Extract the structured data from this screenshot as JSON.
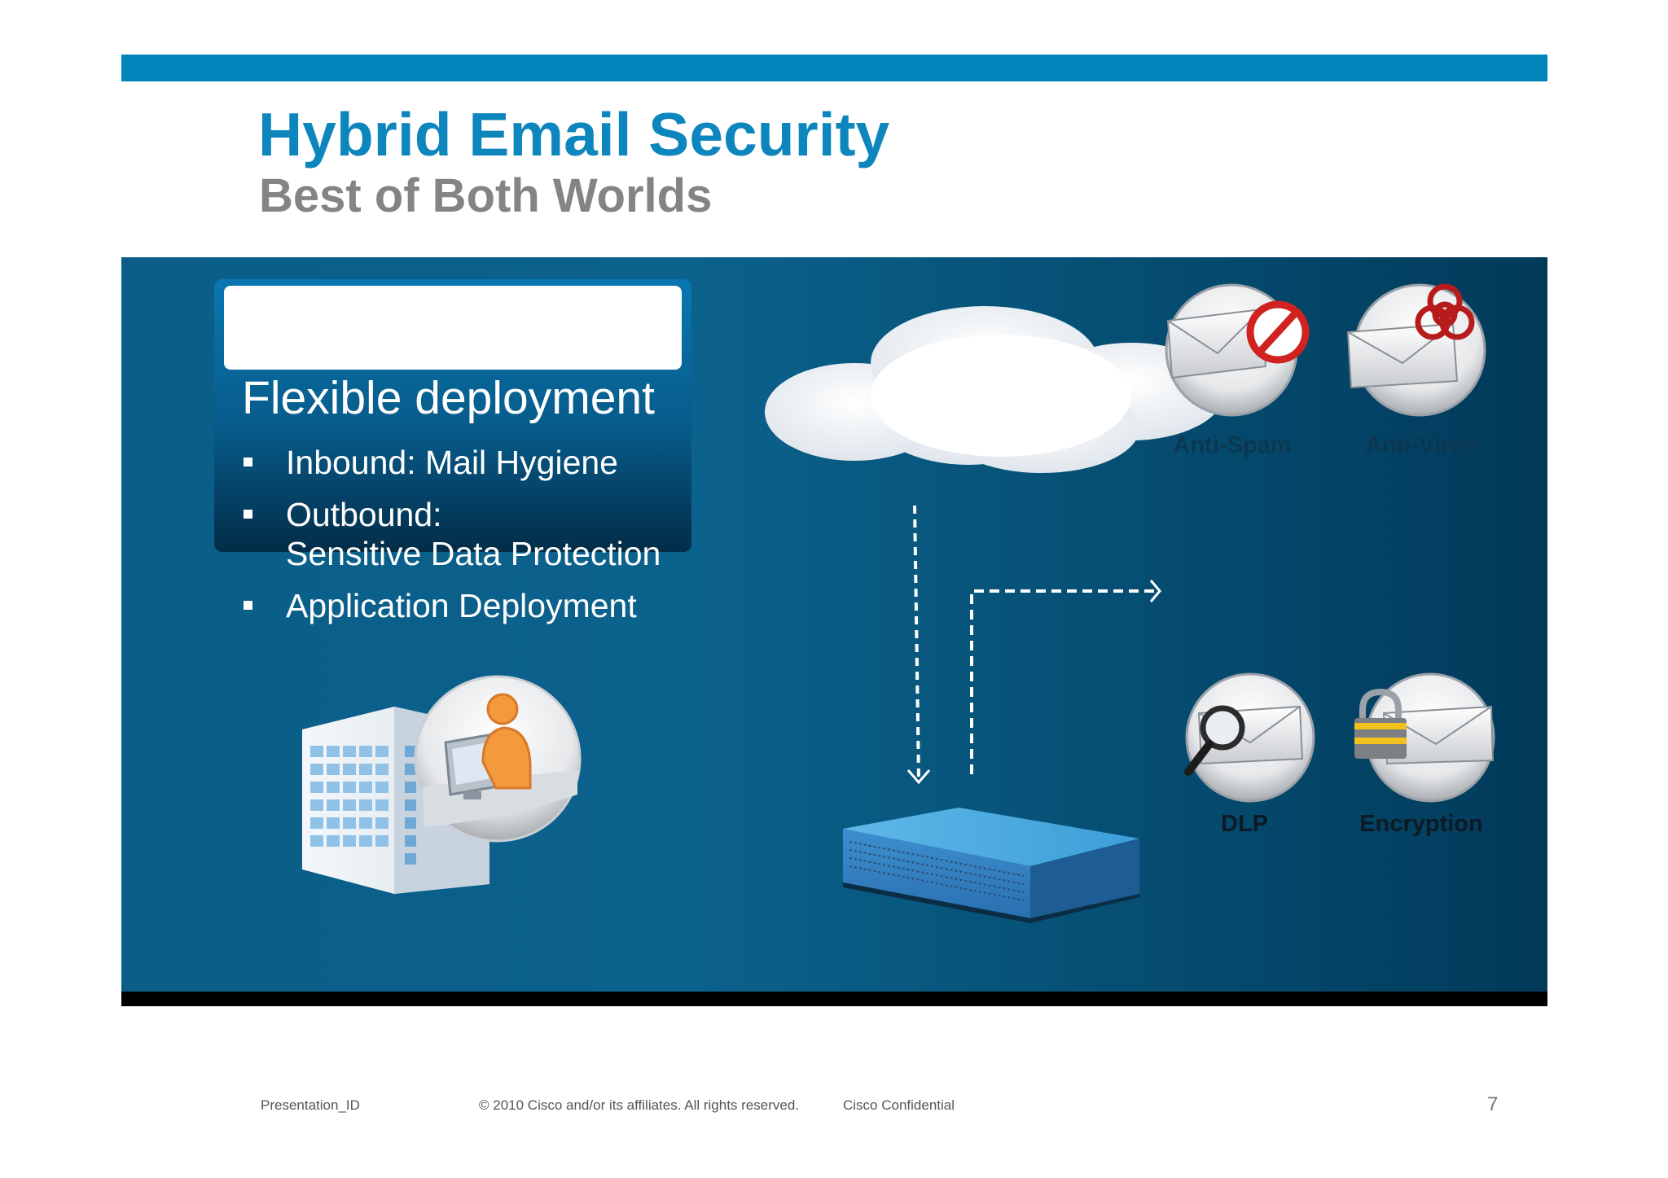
{
  "header": {
    "title": "Hybrid Email Security",
    "subtitle": "Best of Both Worlds"
  },
  "panel": {
    "heading": "Flexible deployment",
    "bullets": [
      "Inbound: Mail Hygiene",
      "Outbound:\nSensitive Data Protection",
      "Application Deployment"
    ]
  },
  "services": {
    "anti_spam": "Anti-Spam",
    "anti_virus": "Anti-Virus",
    "dlp": "DLP",
    "encryption": "Encryption"
  },
  "footer": {
    "presentation_id": "Presentation_ID",
    "copyright": "© 2010 Cisco and/or its affiliates. All rights reserved.",
    "confidential": "Cisco Confidential",
    "page_number": "7"
  },
  "colors": {
    "brand_blue": "#0283b9",
    "title_blue": "#0c86bd",
    "subtitle_gray": "#848484",
    "stage_dark": "#023a5a"
  },
  "icons": [
    "cloud-icon",
    "mail-appliance-icon",
    "office-building-icon",
    "user-workstation-icon",
    "anti-spam-icon",
    "anti-virus-icon",
    "dlp-icon",
    "encryption-icon"
  ]
}
